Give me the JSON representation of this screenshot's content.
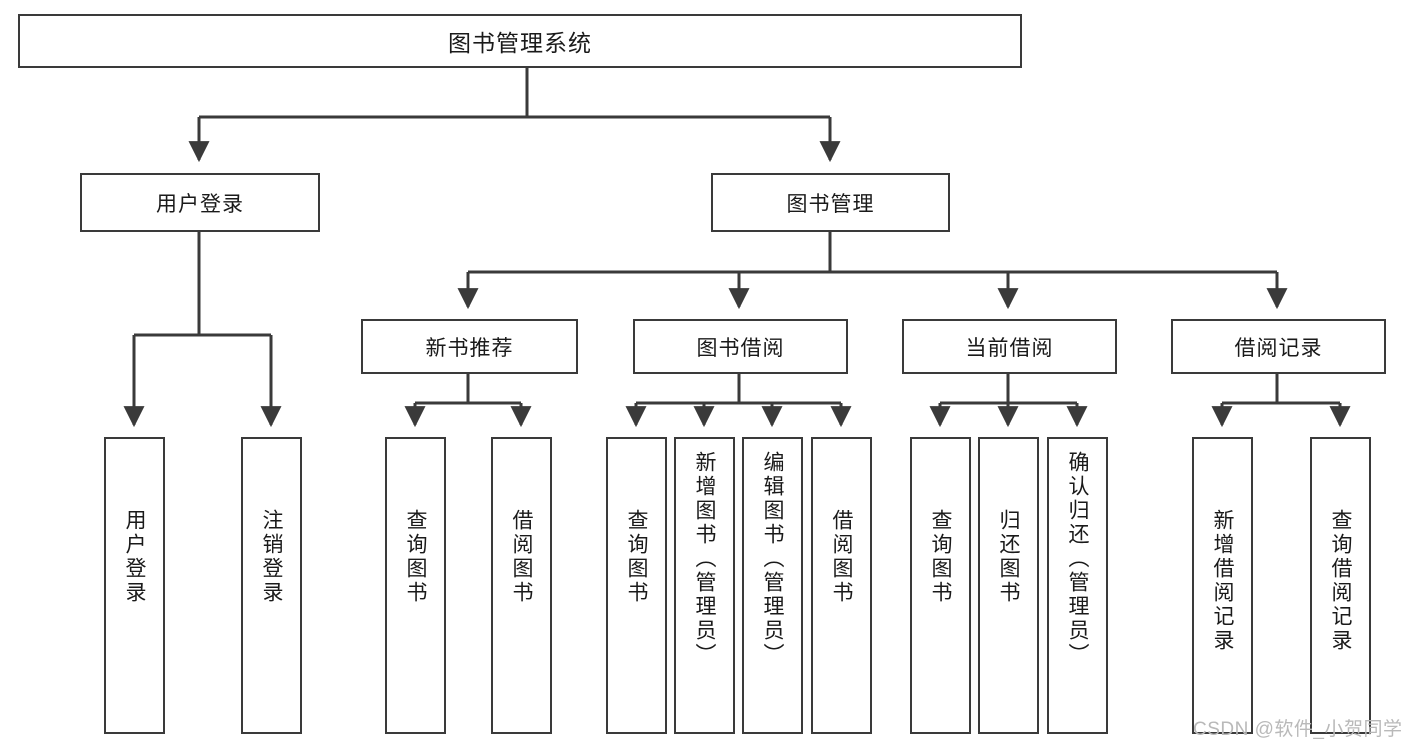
{
  "diagram": {
    "type": "tree",
    "title": "图书管理系统",
    "root": {
      "id": "root",
      "label": "图书管理系统"
    },
    "level2": [
      {
        "id": "user-login",
        "label": "用户登录"
      },
      {
        "id": "book-manage",
        "label": "图书管理"
      }
    ],
    "level3": [
      {
        "id": "new-book-rec",
        "label": "新书推荐",
        "parent": "book-manage"
      },
      {
        "id": "book-borrow",
        "label": "图书借阅",
        "parent": "book-manage"
      },
      {
        "id": "current-borrow",
        "label": "当前借阅",
        "parent": "book-manage"
      },
      {
        "id": "borrow-record",
        "label": "借阅记录",
        "parent": "book-manage"
      }
    ],
    "leaves": [
      {
        "id": "leaf-user-login",
        "label": "用户登录",
        "parent": "user-login"
      },
      {
        "id": "leaf-logout",
        "label": "注销登录",
        "parent": "user-login"
      },
      {
        "id": "leaf-query-book-rec",
        "label": "查询图书",
        "parent": "new-book-rec"
      },
      {
        "id": "leaf-borrow-book-rec",
        "label": "借阅图书",
        "parent": "new-book-rec"
      },
      {
        "id": "leaf-query-book-borrow",
        "label": "查询图书",
        "parent": "book-borrow"
      },
      {
        "id": "leaf-add-book",
        "label": "新增图书（管理员）",
        "parent": "book-borrow"
      },
      {
        "id": "leaf-edit-book",
        "label": "编辑图书（管理员）",
        "parent": "book-borrow"
      },
      {
        "id": "leaf-borrow-book",
        "label": "借阅图书",
        "parent": "book-borrow"
      },
      {
        "id": "leaf-query-book-current",
        "label": "查询图书",
        "parent": "current-borrow"
      },
      {
        "id": "leaf-return-book",
        "label": "归还图书",
        "parent": "current-borrow"
      },
      {
        "id": "leaf-confirm-return",
        "label": "确认归还（管理员）",
        "parent": "current-borrow"
      },
      {
        "id": "leaf-add-record",
        "label": "新增借阅记录",
        "parent": "borrow-record"
      },
      {
        "id": "leaf-query-record",
        "label": "查询借阅记录",
        "parent": "borrow-record"
      }
    ]
  },
  "watermark": {
    "text": "CSDN @软件_小贺同学"
  },
  "colors": {
    "stroke": "#3a3a3a",
    "text": "#1a1a1a",
    "background": "#ffffff",
    "watermark": "#b9b9b9"
  }
}
